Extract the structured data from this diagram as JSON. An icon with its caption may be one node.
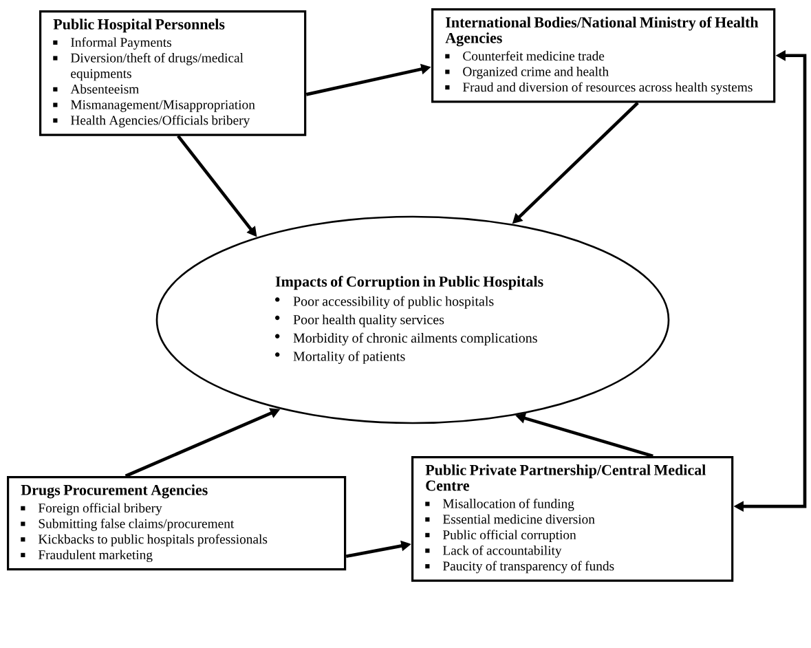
{
  "diagram": {
    "nodes": [
      {
        "text": [
          "Public Hospital Personnels",
          "Informal Payments",
          "Diversion/theft of drugs/medical equipments",
          "Absenteeism",
          "Mismanagement/Misappropriation",
          "Health Agencies/Officials bribery"
        ]
      },
      {
        "text": [
          "International Bodies/National Ministry of Health Agencies",
          "Counterfeit medicine trade",
          "Organized crime and health",
          "Fraud and diversion of resources across health systems"
        ]
      },
      {
        "text": [
          "Impacts of Corruption in Public Hospitals",
          "Poor accessibility of public hospitals",
          "Poor health quality services",
          "Morbidity of chronic ailments complications",
          "Mortality of patients"
        ]
      },
      {
        "text": [
          "Drugs Procurement Agencies",
          "Foreign official bribery",
          "Submitting false claims/procurement",
          "Kickbacks to public hospitals professionals",
          "Fraudulent marketing"
        ]
      },
      {
        "text": [
          "Public Private Partnership/Central Medical Centre",
          "Misallocation of funding",
          "Essential medicine diversion",
          "Public official corruption",
          "Lack of accountability",
          "Paucity of transparency of funds"
        ]
      }
    ],
    "edges": [
      {
        "from": 0,
        "to": 2,
        "arrow": "to"
      },
      {
        "from": 1,
        "to": 2,
        "arrow": "to"
      },
      {
        "from": 3,
        "to": 2,
        "arrow": "to"
      },
      {
        "from": 4,
        "to": 2,
        "arrow": "to"
      },
      {
        "from": 0,
        "to": 1,
        "arrow": "to"
      },
      {
        "from": 3,
        "to": 4,
        "arrow": "to"
      },
      {
        "from": 1,
        "to": 4,
        "arrow": "both"
      }
    ]
  }
}
